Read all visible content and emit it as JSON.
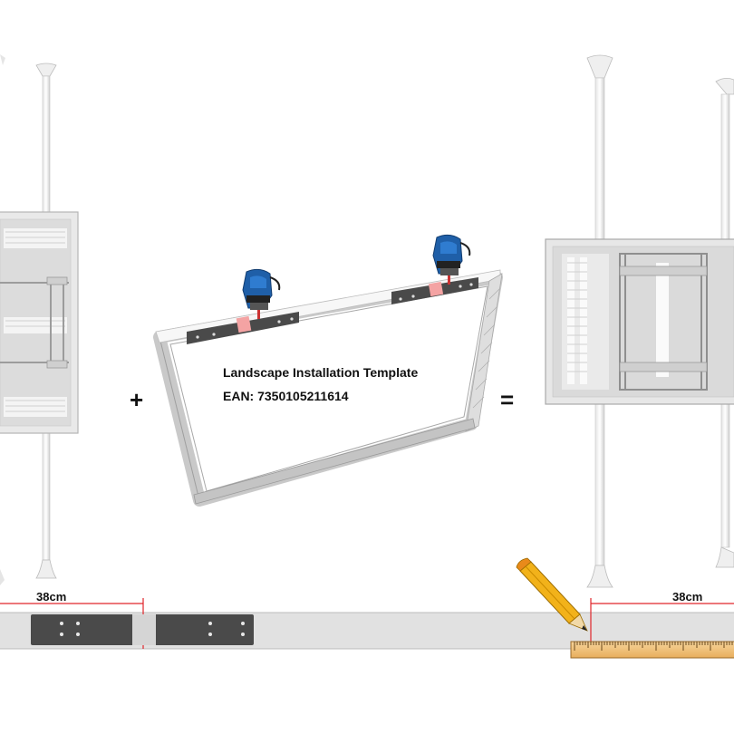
{
  "template": {
    "title": "Landscape Installation Template",
    "ean": "EAN: 7350105211614"
  },
  "operators": {
    "plus": "+",
    "equals": "="
  },
  "measurements": {
    "left": "38cm",
    "right": "38cm"
  },
  "colors": {
    "measure_line": "#e0262b",
    "pencil": "#f2b21a",
    "ruler": "#f0c27a",
    "jigsaw": "#1f5fa8",
    "bracket": "#4a4a4a"
  },
  "icons": [
    "jigsaw-icon",
    "pencil-icon",
    "ruler-icon"
  ]
}
